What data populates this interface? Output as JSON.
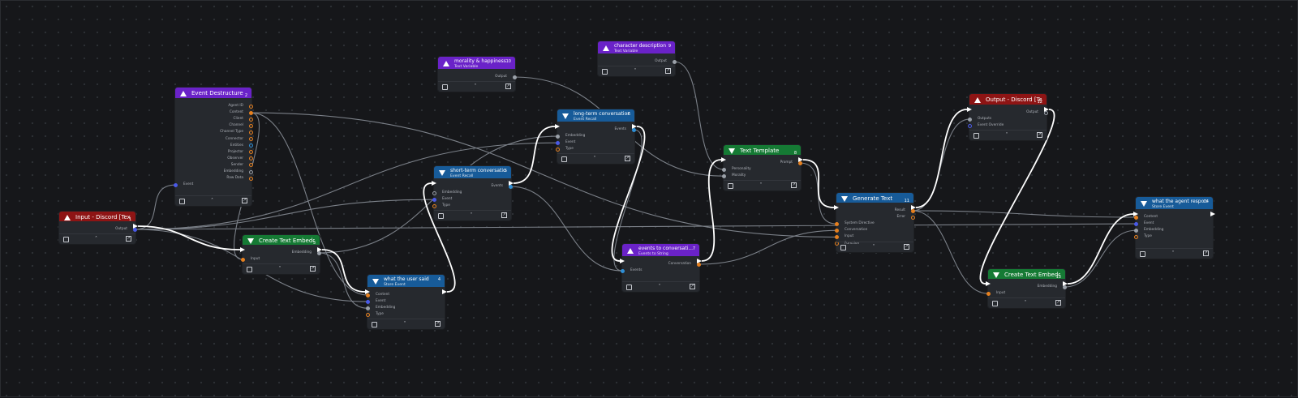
{
  "colors": {
    "wire": "#7b8088",
    "exec_wire": "#ffffff",
    "port_orange": "#e6801f",
    "port_blue": "#4a5ae8",
    "port_gray": "#9aa0a8",
    "port_cyan": "#2e8fd6",
    "header_red": "#8e1414",
    "header_purple": "#6a22c8",
    "header_blue": "#175b99",
    "header_green": "#157a34"
  },
  "footer_icons": [
    "checkbox-icon",
    "chevron-up-icon",
    "open-external-icon"
  ],
  "nodes": [
    {
      "id": "n1",
      "title": "Input - Discord [Text]",
      "subtitle": "",
      "number": "1",
      "color": "red",
      "icon": "warning-triangle-icon",
      "inputs": [],
      "outputs": [
        {
          "label": "Output",
          "color": "blue",
          "filled": true
        }
      ]
    },
    {
      "id": "n2",
      "title": "Event Destructure",
      "subtitle": "",
      "number": "2",
      "color": "purple",
      "icon": "warning-triangle-icon",
      "inputs": [
        {
          "label": "Event",
          "color": "blue",
          "filled": true
        }
      ],
      "outputs": [
        {
          "label": "Agent ID",
          "color": "orange",
          "filled": false
        },
        {
          "label": "Content",
          "color": "orange",
          "filled": true
        },
        {
          "label": "Client",
          "color": "orange",
          "filled": false
        },
        {
          "label": "Channel",
          "color": "orange",
          "filled": false
        },
        {
          "label": "Channel Type",
          "color": "orange",
          "filled": false
        },
        {
          "label": "Connector",
          "color": "orange",
          "filled": false
        },
        {
          "label": "Entities",
          "color": "cyan",
          "filled": false
        },
        {
          "label": "Projector",
          "color": "orange",
          "filled": false
        },
        {
          "label": "Observer",
          "color": "orange",
          "filled": false
        },
        {
          "label": "Sender",
          "color": "orange",
          "filled": false
        },
        {
          "label": "Embedding",
          "color": "gray",
          "filled": false
        },
        {
          "label": "Raw Data",
          "color": "orange",
          "filled": false
        }
      ]
    },
    {
      "id": "n3",
      "title": "Create Text Embedding",
      "subtitle": "",
      "number": "3",
      "color": "green",
      "icon": "funnel-icon",
      "inputs": [
        {
          "label": "Input",
          "color": "orange",
          "filled": true
        }
      ],
      "outputs": [
        {
          "label": "Embedding",
          "color": "gray",
          "filled": true
        }
      ]
    },
    {
      "id": "n4",
      "title": "what the user said",
      "subtitle": "Store Event",
      "number": "4",
      "color": "blue",
      "icon": "funnel-icon",
      "inputs": [
        {
          "label": "Content",
          "color": "orange",
          "filled": true
        },
        {
          "label": "Event",
          "color": "blue",
          "filled": true
        },
        {
          "label": "Embedding",
          "color": "gray",
          "filled": true
        },
        {
          "label": "Type",
          "color": "orange",
          "filled": false
        }
      ],
      "outputs": []
    },
    {
      "id": "n5",
      "title": "short-term conversation r...",
      "subtitle": "Event Recall",
      "number": "5",
      "color": "blue",
      "icon": "funnel-icon",
      "inputs": [
        {
          "label": "Embedding",
          "color": "gray",
          "filled": false
        },
        {
          "label": "Event",
          "color": "blue",
          "filled": true
        },
        {
          "label": "Type",
          "color": "orange",
          "filled": false
        }
      ],
      "outputs": [
        {
          "label": "Events",
          "color": "cyan",
          "filled": true
        }
      ]
    },
    {
      "id": "n6",
      "title": "long-term conversation re...",
      "subtitle": "Event Recall",
      "number": "6",
      "color": "blue",
      "icon": "funnel-icon",
      "inputs": [
        {
          "label": "Embedding",
          "color": "gray",
          "filled": true
        },
        {
          "label": "Event",
          "color": "blue",
          "filled": true
        },
        {
          "label": "Type",
          "color": "orange",
          "filled": false
        }
      ],
      "outputs": [
        {
          "label": "Events",
          "color": "cyan",
          "filled": true
        }
      ]
    },
    {
      "id": "n7",
      "title": "events to conversati...",
      "subtitle": "Events to String",
      "number": "7",
      "color": "purple",
      "icon": "warning-triangle-icon",
      "inputs": [
        {
          "label": "Events",
          "color": "cyan",
          "filled": true
        }
      ],
      "outputs": [
        {
          "label": "Conversation",
          "color": "orange",
          "filled": true
        }
      ]
    },
    {
      "id": "n8",
      "title": "Text Template",
      "subtitle": "",
      "number": "8",
      "color": "green",
      "icon": "funnel-icon",
      "inputs": [
        {
          "label": "Personality",
          "color": "gray",
          "filled": true
        },
        {
          "label": "Morality",
          "color": "gray",
          "filled": true
        }
      ],
      "outputs": [
        {
          "label": "Prompt",
          "color": "orange",
          "filled": true
        }
      ]
    },
    {
      "id": "n9",
      "title": "character description",
      "subtitle": "Text Variable",
      "number": "9",
      "color": "purple",
      "icon": "warning-triangle-icon",
      "inputs": [],
      "outputs": [
        {
          "label": "Output",
          "color": "gray",
          "filled": true
        }
      ]
    },
    {
      "id": "n10",
      "title": "morality & happiness",
      "subtitle": "Text Variable",
      "number": "10",
      "color": "purple",
      "icon": "warning-triangle-icon",
      "inputs": [],
      "outputs": [
        {
          "label": "Output",
          "color": "gray",
          "filled": true
        }
      ]
    },
    {
      "id": "n11",
      "title": "Generate Text",
      "subtitle": "",
      "number": "11",
      "color": "blue",
      "icon": "funnel-icon",
      "inputs": [
        {
          "label": "System Directive",
          "color": "orange",
          "filled": true
        },
        {
          "label": "Conversation",
          "color": "orange",
          "filled": true
        },
        {
          "label": "Input",
          "color": "orange",
          "filled": true
        },
        {
          "label": "Function",
          "color": "orange",
          "filled": false
        }
      ],
      "outputs": [
        {
          "label": "Result",
          "color": "orange",
          "filled": true
        },
        {
          "label": "Error",
          "color": "orange",
          "filled": false
        }
      ]
    },
    {
      "id": "n12",
      "title": "Output - Discord [Text]",
      "subtitle": "",
      "number": "12",
      "color": "red",
      "icon": "warning-triangle-icon",
      "inputs": [
        {
          "label": "Outputs",
          "color": "gray",
          "filled": true
        },
        {
          "label": "Event Override",
          "color": "blue",
          "filled": false
        }
      ],
      "outputs": [
        {
          "label": "Output",
          "color": "gray",
          "filled": false
        }
      ]
    },
    {
      "id": "n13",
      "title": "Create Text Embedding",
      "subtitle": "",
      "number": "13",
      "color": "green",
      "icon": "funnel-icon",
      "inputs": [
        {
          "label": "Input",
          "color": "orange",
          "filled": true
        }
      ],
      "outputs": [
        {
          "label": "Embedding",
          "color": "gray",
          "filled": true
        }
      ]
    },
    {
      "id": "n14",
      "title": "what the agent responded",
      "subtitle": "Store Event",
      "number": "14",
      "color": "blue",
      "icon": "funnel-icon",
      "inputs": [
        {
          "label": "Content",
          "color": "orange",
          "filled": true
        },
        {
          "label": "Event",
          "color": "blue",
          "filled": true
        },
        {
          "label": "Embedding",
          "color": "gray",
          "filled": true
        },
        {
          "label": "Type",
          "color": "orange",
          "filled": false
        }
      ],
      "outputs": []
    }
  ],
  "connections": [
    {
      "from": "n1",
      "out": 0,
      "to": "n2",
      "in": 0,
      "kind": "data"
    },
    {
      "from": "n1",
      "out": 0,
      "to": "n4",
      "in": 1,
      "kind": "data"
    },
    {
      "from": "n1",
      "out": 0,
      "to": "n5",
      "in": 1,
      "kind": "data"
    },
    {
      "from": "n1",
      "out": 0,
      "to": "n6",
      "in": 1,
      "kind": "data"
    },
    {
      "from": "n1",
      "out": 0,
      "to": "n14",
      "in": 1,
      "kind": "data"
    },
    {
      "from": "n2",
      "out": 1,
      "to": "n3",
      "in": 0,
      "kind": "data"
    },
    {
      "from": "n2",
      "out": 1,
      "to": "n4",
      "in": 0,
      "kind": "data"
    },
    {
      "from": "n2",
      "out": 1,
      "to": "n11",
      "in": 2,
      "kind": "data"
    },
    {
      "from": "n3",
      "out": 0,
      "to": "n4",
      "in": 2,
      "kind": "data"
    },
    {
      "from": "n3",
      "out": 0,
      "to": "n6",
      "in": 0,
      "kind": "data"
    },
    {
      "from": "n5",
      "out": 0,
      "to": "n7",
      "in": 0,
      "kind": "data"
    },
    {
      "from": "n6",
      "out": 0,
      "to": "n7",
      "in": 0,
      "kind": "data"
    },
    {
      "from": "n7",
      "out": 0,
      "to": "n11",
      "in": 1,
      "kind": "data"
    },
    {
      "from": "n8",
      "out": 0,
      "to": "n11",
      "in": 0,
      "kind": "data"
    },
    {
      "from": "n9",
      "out": 0,
      "to": "n8",
      "in": 0,
      "kind": "data"
    },
    {
      "from": "n10",
      "out": 0,
      "to": "n8",
      "in": 1,
      "kind": "data"
    },
    {
      "from": "n11",
      "out": 0,
      "to": "n12",
      "in": 0,
      "kind": "data"
    },
    {
      "from": "n11",
      "out": 0,
      "to": "n13",
      "in": 0,
      "kind": "data"
    },
    {
      "from": "n11",
      "out": 0,
      "to": "n14",
      "in": 0,
      "kind": "data"
    },
    {
      "from": "n13",
      "out": 0,
      "to": "n14",
      "in": 2,
      "kind": "data"
    },
    {
      "from": "n1",
      "to": "n3",
      "kind": "exec"
    },
    {
      "from": "n3",
      "to": "n4",
      "kind": "exec"
    },
    {
      "from": "n4",
      "to": "n5",
      "kind": "exec"
    },
    {
      "from": "n5",
      "to": "n6",
      "kind": "exec"
    },
    {
      "from": "n6",
      "to": "n7",
      "kind": "exec"
    },
    {
      "from": "n7",
      "to": "n8",
      "kind": "exec"
    },
    {
      "from": "n8",
      "to": "n11",
      "kind": "exec"
    },
    {
      "from": "n11",
      "to": "n12",
      "kind": "exec"
    },
    {
      "from": "n12",
      "to": "n13",
      "kind": "exec"
    },
    {
      "from": "n13",
      "to": "n14",
      "kind": "exec"
    }
  ]
}
